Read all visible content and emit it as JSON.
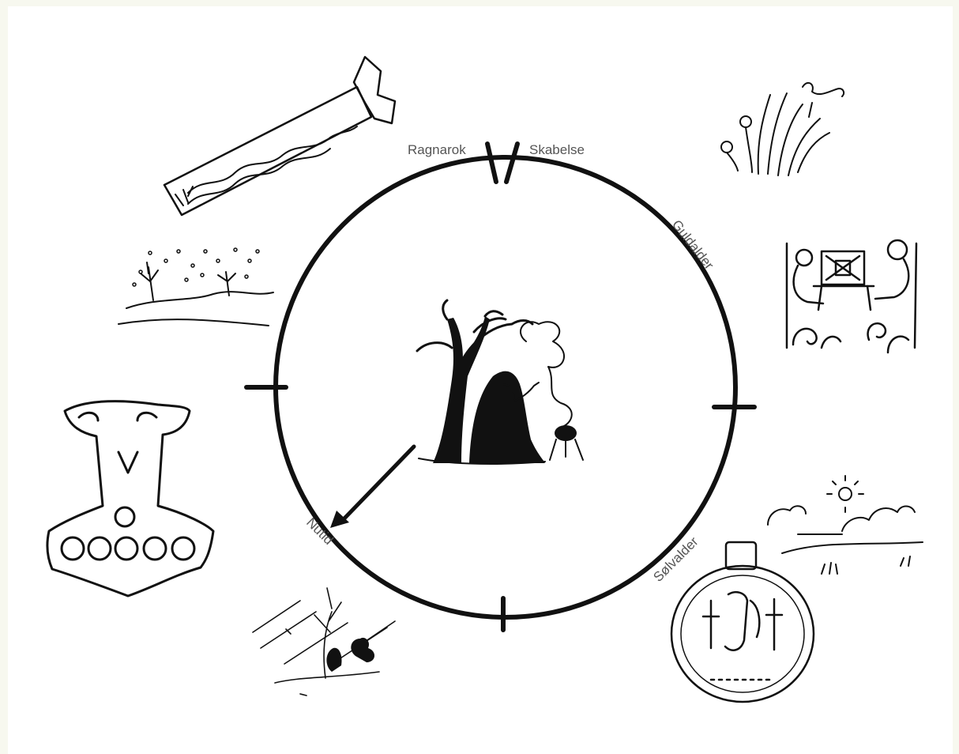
{
  "diagram": {
    "labels": {
      "ragnarok": "Ragnarok",
      "skabelse": "Skabelse",
      "guldalder": "Guldalder",
      "solvalder": "Sølvalder",
      "nutid": "Nutid"
    },
    "colors": {
      "background": "#f7f8ef",
      "canvas": "#ffffff",
      "ink": "#111111",
      "label": "#555555"
    },
    "pointer_target": "Nutid",
    "illustrations": [
      "rune-stone-icon",
      "spring-meadow-icon",
      "viking-game-icon",
      "winter-landscape-icon",
      "thor-hammer-icon",
      "summer-landscape-icon",
      "bracteate-pendant-icon",
      "autumn-storm-icon",
      "volva-seer-icon"
    ]
  }
}
